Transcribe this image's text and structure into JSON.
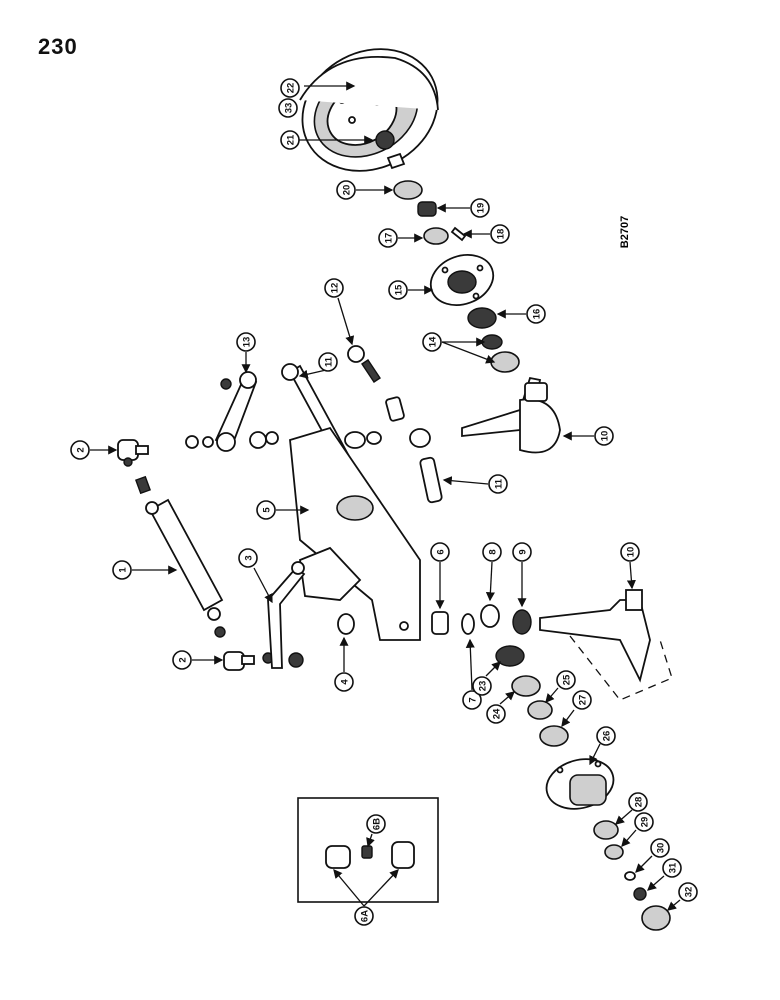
{
  "page_number": "230",
  "drawing_code": "B2707",
  "callouts": [
    "33",
    "22",
    "21",
    "20",
    "19",
    "18",
    "17",
    "15",
    "16",
    "14",
    "13",
    "12",
    "11",
    "11",
    "10",
    "2",
    "1",
    "5",
    "3",
    "2",
    "4",
    "6",
    "7",
    "8",
    "9",
    "10",
    "23",
    "24",
    "25",
    "27",
    "26",
    "28",
    "29",
    "30",
    "31",
    "32",
    "6B",
    "6A"
  ]
}
